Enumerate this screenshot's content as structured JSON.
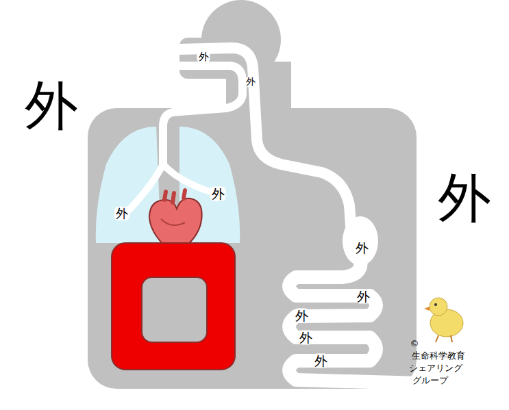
{
  "diagram": {
    "labels": [
      "外",
      "外",
      "外",
      "外",
      "外",
      "外",
      "外",
      "外",
      "外",
      "外",
      "外",
      "©",
      "生命科学教育",
      "シェアリング",
      "グループ"
    ]
  }
}
